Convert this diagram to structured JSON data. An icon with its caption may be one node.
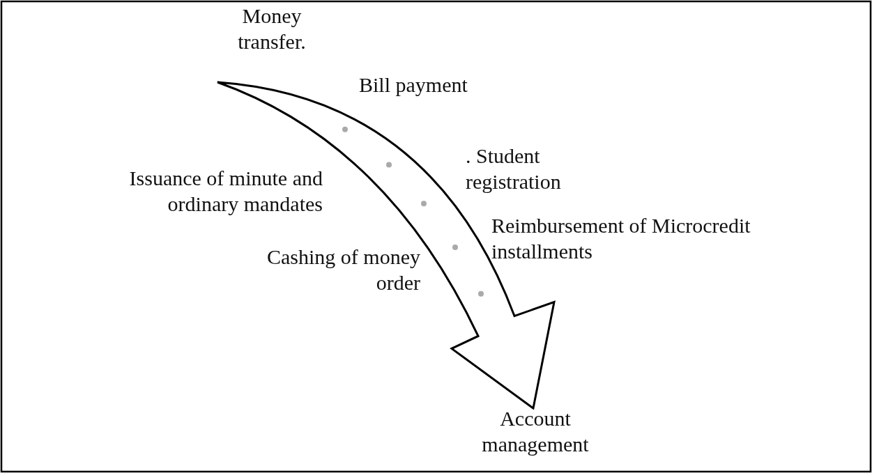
{
  "diagram": {
    "nodes": [
      {
        "text": [
          "Money transfer."
        ]
      },
      {
        "text": [
          "Account management"
        ]
      }
    ],
    "edges": [
      {
        "from": 0,
        "to": 1,
        "arrow": "to",
        "style": "thick"
      }
    ],
    "labels": [
      "Bill payment",
      ". Student registration",
      "Issuance of minute and ordinary mandates",
      "Reimbursement of Microcredit installments",
      "Cashing of money order"
    ]
  }
}
